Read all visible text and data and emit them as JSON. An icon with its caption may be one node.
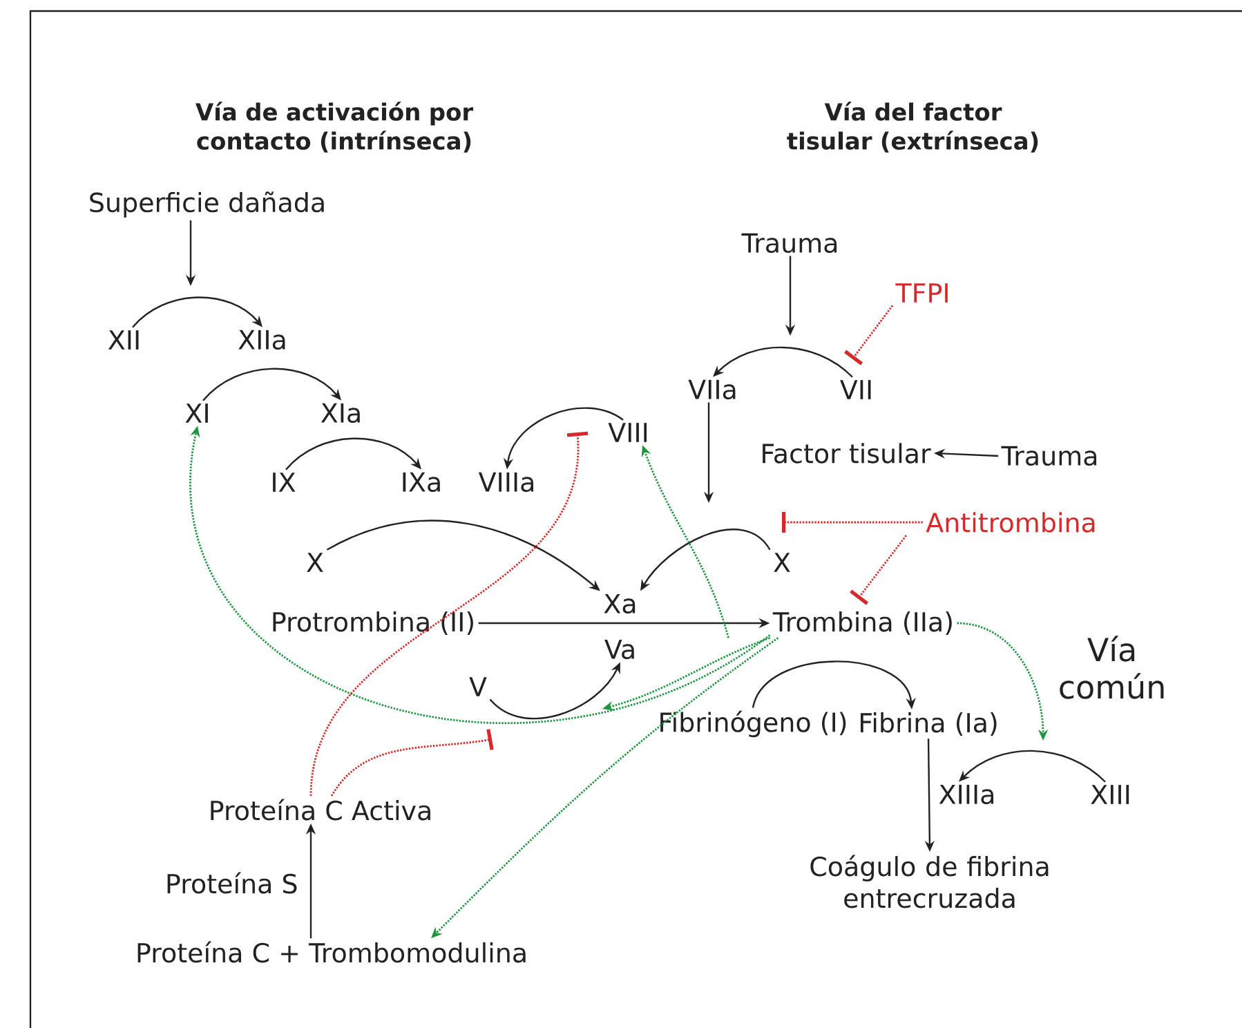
{
  "diagram": {
    "nodes": [
      {
        "text": [
          "Superficie dañada"
        ]
      },
      {
        "text": [
          "XII"
        ]
      },
      {
        "text": [
          "XIIa"
        ]
      },
      {
        "text": [
          "XI"
        ]
      },
      {
        "text": [
          "XIa"
        ]
      },
      {
        "text": [
          "IX"
        ]
      },
      {
        "text": [
          "IXa"
        ]
      },
      {
        "text": [
          "VIIIa"
        ]
      },
      {
        "text": [
          "VIII"
        ]
      },
      {
        "text": [
          "X"
        ]
      },
      {
        "text": [
          "Xa"
        ]
      },
      {
        "text": [
          "Protrombina (II)"
        ]
      },
      {
        "text": [
          "Va"
        ]
      },
      {
        "text": [
          "V"
        ]
      },
      {
        "text": [
          "Trombina (IIa)"
        ]
      },
      {
        "text": [
          "Trauma"
        ]
      },
      {
        "text": [
          "TFPI"
        ]
      },
      {
        "text": [
          "VIIa"
        ]
      },
      {
        "text": [
          "VII"
        ]
      },
      {
        "text": [
          "Factor tisular"
        ]
      },
      {
        "text": [
          "Trauma"
        ]
      },
      {
        "text": [
          "Antitrombina"
        ]
      },
      {
        "text": [
          "X"
        ]
      },
      {
        "text": [
          "Fibrinógeno (I)"
        ]
      },
      {
        "text": [
          "Fibrina (Ia)"
        ]
      },
      {
        "text": [
          "XIIIa"
        ]
      },
      {
        "text": [
          "XIII"
        ]
      },
      {
        "text": [
          "Coágulo de fibrina entrecruzada"
        ]
      },
      {
        "text": [
          "Proteína C Activa"
        ]
      },
      {
        "text": [
          "Proteína C + Trombomodulina"
        ]
      }
    ],
    "edges": [
      {
        "from": 0,
        "to": null,
        "arrow": "to"
      },
      {
        "from": 1,
        "to": 2,
        "arrow": "to"
      },
      {
        "from": 3,
        "to": 4,
        "arrow": "to"
      },
      {
        "from": 5,
        "to": 6,
        "arrow": "to"
      },
      {
        "from": 8,
        "to": 7,
        "arrow": "to"
      },
      {
        "from": 9,
        "to": 10,
        "arrow": "to"
      },
      {
        "from": 11,
        "to": 14,
        "arrow": "to"
      },
      {
        "from": 13,
        "to": 12,
        "arrow": "to"
      },
      {
        "from": 15,
        "to": null,
        "arrow": "to"
      },
      {
        "from": 18,
        "to": 17,
        "arrow": "to"
      },
      {
        "from": 16,
        "to": 18,
        "arrow": "other",
        "style": "dashed",
        "color": "#d42a2a"
      },
      {
        "from": 17,
        "to": null,
        "arrow": "to"
      },
      {
        "from": 20,
        "to": 19,
        "arrow": "to"
      },
      {
        "from": 22,
        "to": 10,
        "arrow": "to"
      },
      {
        "from": 21,
        "to": 22,
        "arrow": "other",
        "style": "dashed",
        "color": "#d42a2a"
      },
      {
        "from": 21,
        "to": 14,
        "arrow": "other",
        "style": "dashed",
        "color": "#d42a2a"
      },
      {
        "from": 14,
        "to": 3,
        "arrow": "to",
        "style": "dashed",
        "color": "#1f9440"
      },
      {
        "from": 14,
        "to": 8,
        "arrow": "to",
        "style": "dashed",
        "color": "#1f9440"
      },
      {
        "from": 14,
        "to": null,
        "arrow": "to",
        "style": "dashed",
        "color": "#1f9440"
      },
      {
        "from": 14,
        "to": 29,
        "arrow": "to",
        "style": "dashed",
        "color": "#1f9440"
      },
      {
        "from": 14,
        "to": null,
        "arrow": "to",
        "style": "dashed",
        "color": "#1f9440"
      },
      {
        "from": 26,
        "to": 25,
        "arrow": "to"
      },
      {
        "from": 24,
        "to": 27,
        "arrow": "to"
      },
      {
        "from": 23,
        "to": 24,
        "arrow": "to"
      },
      {
        "from": 29,
        "to": 28,
        "arrow": "to",
        "label": "Proteína S"
      },
      {
        "from": 28,
        "to": 8,
        "arrow": "other",
        "style": "dashed",
        "color": "#d42a2a"
      },
      {
        "from": 28,
        "to": null,
        "arrow": "other",
        "style": "dashed",
        "color": "#d42a2a"
      }
    ],
    "labels": [
      "Vía de activación por contacto (intrínseca)",
      "Vía del factor tisular (extrínseca)",
      "Vía común"
    ]
  }
}
